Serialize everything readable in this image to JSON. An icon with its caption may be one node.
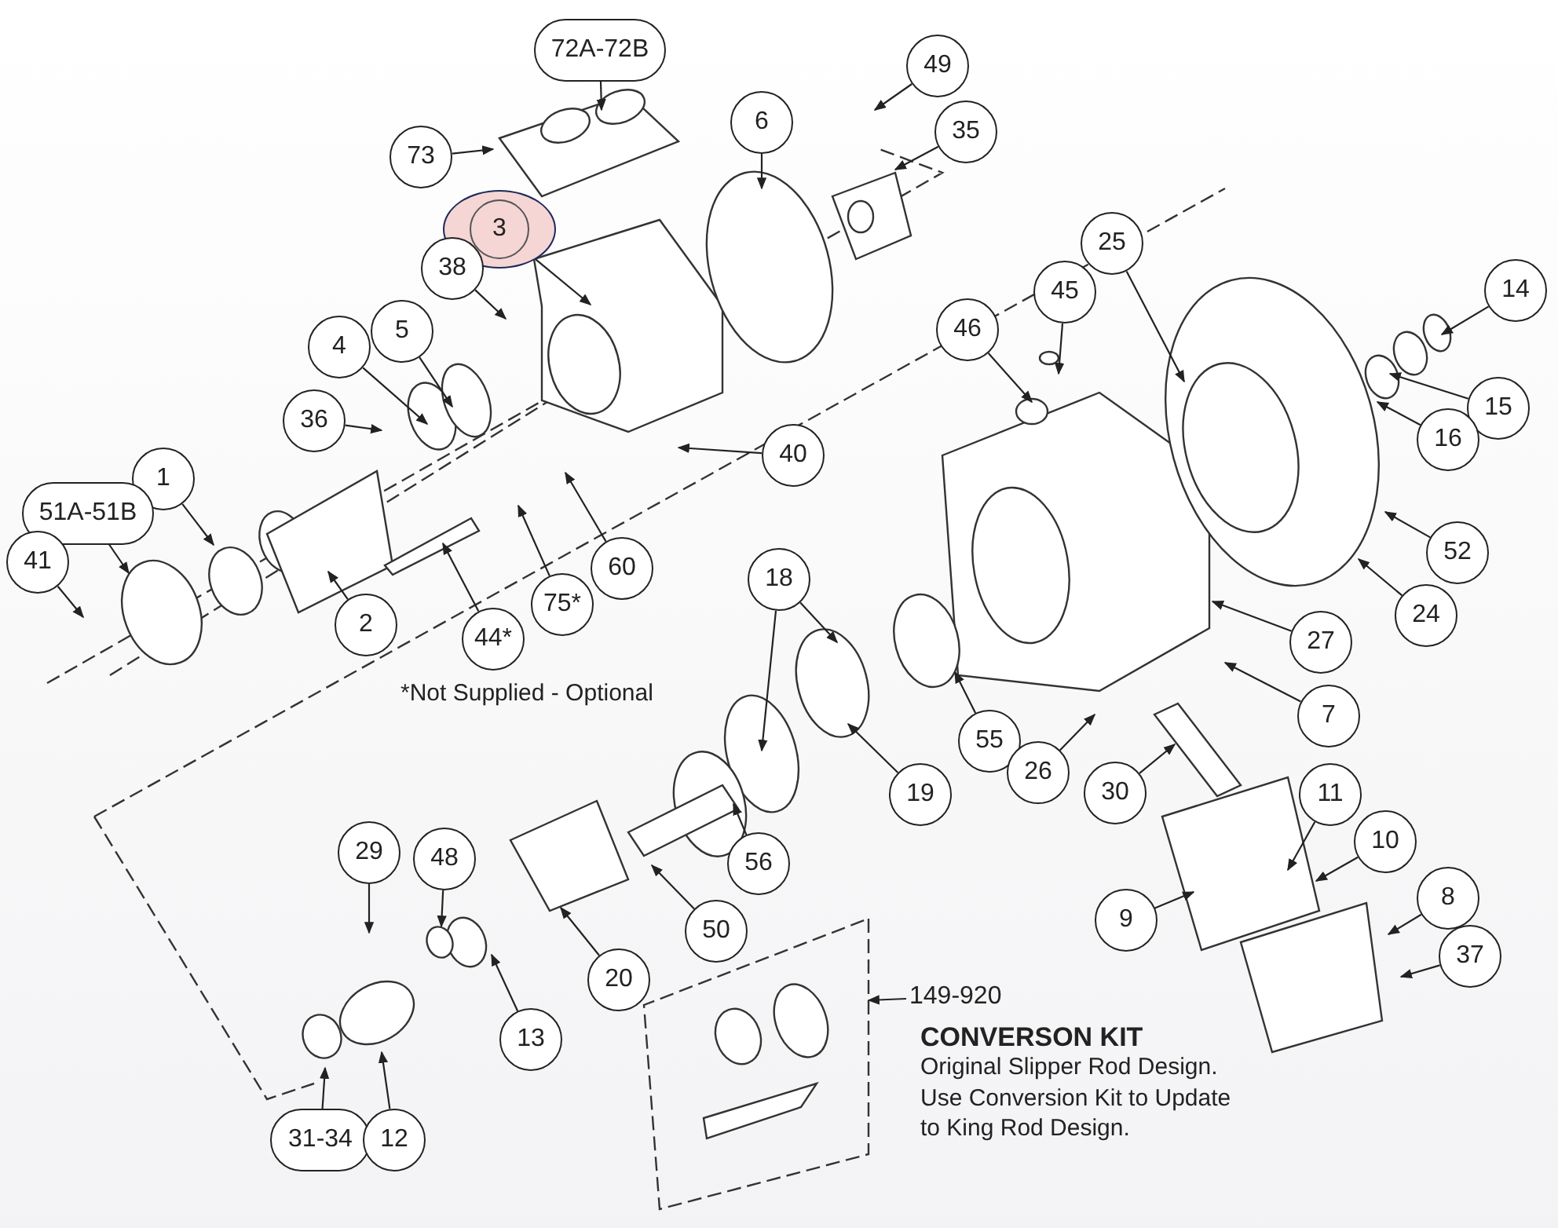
{
  "diagram": {
    "nodes": [
      {
        "text": [
          "72A-72B"
        ]
      },
      {
        "text": [
          "49"
        ]
      },
      {
        "text": [
          "6"
        ]
      },
      {
        "text": [
          "35"
        ]
      },
      {
        "text": [
          "73"
        ]
      },
      {
        "text": [
          "3"
        ]
      },
      {
        "text": [
          "38"
        ]
      },
      {
        "text": [
          "25"
        ]
      },
      {
        "text": [
          "45"
        ]
      },
      {
        "text": [
          "14"
        ]
      },
      {
        "text": [
          "46"
        ]
      },
      {
        "text": [
          "4"
        ]
      },
      {
        "text": [
          "5"
        ]
      },
      {
        "text": [
          "36"
        ]
      },
      {
        "text": [
          "15"
        ]
      },
      {
        "text": [
          "16"
        ]
      },
      {
        "text": [
          "40"
        ]
      },
      {
        "text": [
          "1"
        ]
      },
      {
        "text": [
          "51A-51B"
        ]
      },
      {
        "text": [
          "52"
        ]
      },
      {
        "text": [
          "41"
        ]
      },
      {
        "text": [
          "18"
        ]
      },
      {
        "text": [
          "60"
        ]
      },
      {
        "text": [
          "75*"
        ]
      },
      {
        "text": [
          "2"
        ]
      },
      {
        "text": [
          "44*"
        ]
      },
      {
        "text": [
          "24"
        ]
      },
      {
        "text": [
          "27"
        ]
      },
      {
        "text": [
          "55"
        ]
      },
      {
        "text": [
          "7"
        ]
      },
      {
        "text": [
          "26"
        ]
      },
      {
        "text": [
          "19"
        ]
      },
      {
        "text": [
          "30"
        ]
      },
      {
        "text": [
          "11"
        ]
      },
      {
        "text": [
          "56"
        ]
      },
      {
        "text": [
          "10"
        ]
      },
      {
        "text": [
          "29"
        ]
      },
      {
        "text": [
          "48"
        ]
      },
      {
        "text": [
          "9"
        ]
      },
      {
        "text": [
          "50"
        ]
      },
      {
        "text": [
          "8"
        ]
      },
      {
        "text": [
          "37"
        ]
      },
      {
        "text": [
          "20"
        ]
      },
      {
        "text": [
          "13"
        ]
      },
      {
        "text": [
          "31-34"
        ]
      },
      {
        "text": [
          "12"
        ]
      },
      {
        "text": [
          "149-920"
        ]
      }
    ],
    "edges": [
      {
        "from": 0,
        "to": null,
        "arrow": "to"
      },
      {
        "from": 1,
        "to": null,
        "arrow": "to"
      },
      {
        "from": 2,
        "to": null,
        "arrow": "to"
      },
      {
        "from": 3,
        "to": null,
        "arrow": "to"
      },
      {
        "from": 4,
        "to": null,
        "arrow": "to"
      },
      {
        "from": 5,
        "to": null,
        "arrow": "to"
      },
      {
        "from": 6,
        "to": null,
        "arrow": "to"
      },
      {
        "from": 7,
        "to": null,
        "arrow": "to"
      },
      {
        "from": 8,
        "to": null,
        "arrow": "to"
      },
      {
        "from": 9,
        "to": null,
        "arrow": "to"
      },
      {
        "from": 10,
        "to": null,
        "arrow": "to"
      },
      {
        "from": 11,
        "to": null,
        "arrow": "to"
      },
      {
        "from": 12,
        "to": null,
        "arrow": "to"
      },
      {
        "from": 13,
        "to": null,
        "arrow": "to"
      },
      {
        "from": 14,
        "to": null,
        "arrow": "to"
      },
      {
        "from": 15,
        "to": null,
        "arrow": "to"
      },
      {
        "from": 16,
        "to": null,
        "arrow": "to"
      },
      {
        "from": 17,
        "to": null,
        "arrow": "to"
      },
      {
        "from": 18,
        "to": null,
        "arrow": "to"
      },
      {
        "from": 19,
        "to": null,
        "arrow": "to"
      },
      {
        "from": 20,
        "to": null,
        "arrow": "to"
      },
      {
        "from": 21,
        "to": null,
        "arrow": "to"
      },
      {
        "from": 21,
        "to": null,
        "arrow": "to"
      },
      {
        "from": 22,
        "to": null,
        "arrow": "to"
      },
      {
        "from": 23,
        "to": null,
        "arrow": "to"
      },
      {
        "from": 24,
        "to": null,
        "arrow": "to"
      },
      {
        "from": 25,
        "to": null,
        "arrow": "to"
      },
      {
        "from": 26,
        "to": null,
        "arrow": "to"
      },
      {
        "from": 27,
        "to": null,
        "arrow": "to"
      },
      {
        "from": 28,
        "to": null,
        "arrow": "to"
      },
      {
        "from": 29,
        "to": null,
        "arrow": "to"
      },
      {
        "from": 30,
        "to": null,
        "arrow": "to"
      },
      {
        "from": 31,
        "to": null,
        "arrow": "to"
      },
      {
        "from": 32,
        "to": null,
        "arrow": "to"
      },
      {
        "from": 33,
        "to": null,
        "arrow": "to"
      },
      {
        "from": 34,
        "to": null,
        "arrow": "to"
      },
      {
        "from": 35,
        "to": null,
        "arrow": "to"
      },
      {
        "from": 36,
        "to": null,
        "arrow": "to"
      },
      {
        "from": 37,
        "to": null,
        "arrow": "to"
      },
      {
        "from": 38,
        "to": null,
        "arrow": "to"
      },
      {
        "from": 39,
        "to": null,
        "arrow": "to"
      },
      {
        "from": 40,
        "to": null,
        "arrow": "to"
      },
      {
        "from": 41,
        "to": null,
        "arrow": "to"
      },
      {
        "from": 42,
        "to": null,
        "arrow": "to"
      },
      {
        "from": 43,
        "to": null,
        "arrow": "to"
      },
      {
        "from": 44,
        "to": null,
        "arrow": "to"
      },
      {
        "from": 45,
        "to": null,
        "arrow": "to"
      },
      {
        "from": 46,
        "to": null,
        "arrow": "to"
      }
    ],
    "labels": [
      "*Not Supplied - Optional",
      "CONVERSON KIT",
      "Original Slipper Rod Design. Use Conversion Kit to Update to King Rod Design."
    ]
  }
}
